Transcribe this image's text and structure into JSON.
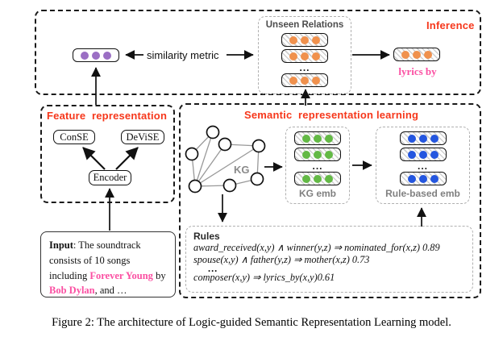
{
  "colors": {
    "title_red": "#f6371b",
    "pink": "#fb4fa2",
    "purple": "#9b6fc4",
    "orange": "#f0914d",
    "green": "#63b945",
    "blue": "#2456df"
  },
  "inference": {
    "title": "Inference",
    "similarity_label": "similarity metric",
    "unseen_relations": {
      "title": "Unseen Relations",
      "ellipsis": "..."
    },
    "predicted_relation_label": "lyrics by"
  },
  "feature_representation": {
    "title": "Feature  representation",
    "conse_label": "ConSE",
    "devise_label": "DeViSE",
    "encoder_label": "Encoder"
  },
  "input_box": {
    "label": "Input",
    "text_part1": ": The soundtrack consists of 10 songs including ",
    "highlight1": "Forever Young",
    "text_part2": " by ",
    "highlight2": "Bob Dylan",
    "text_part3": ",  and …"
  },
  "semantic_learning": {
    "title": "Semantic  representation learning",
    "kg_label": "KG",
    "kg_emb": {
      "label": "KG emb",
      "ellipsis": "..."
    },
    "rule_based_emb": {
      "label": "Rule-based emb",
      "ellipsis": "..."
    },
    "rules": {
      "title": "Rules",
      "lines": [
        "award_received(x,y) ∧ winner(y,z) ⇒ nominated_for(x,z) 0.89",
        "spouse(x,y) ∧ father(y,z) ⇒ mother(x,z) 0.73",
        "...",
        "composer(x,y) ⇒ lyrics_by(x,y)0.61"
      ]
    }
  },
  "figure": {
    "caption": "Figure 2: The architecture of Logic-guided Semantic Representation Learning model."
  }
}
